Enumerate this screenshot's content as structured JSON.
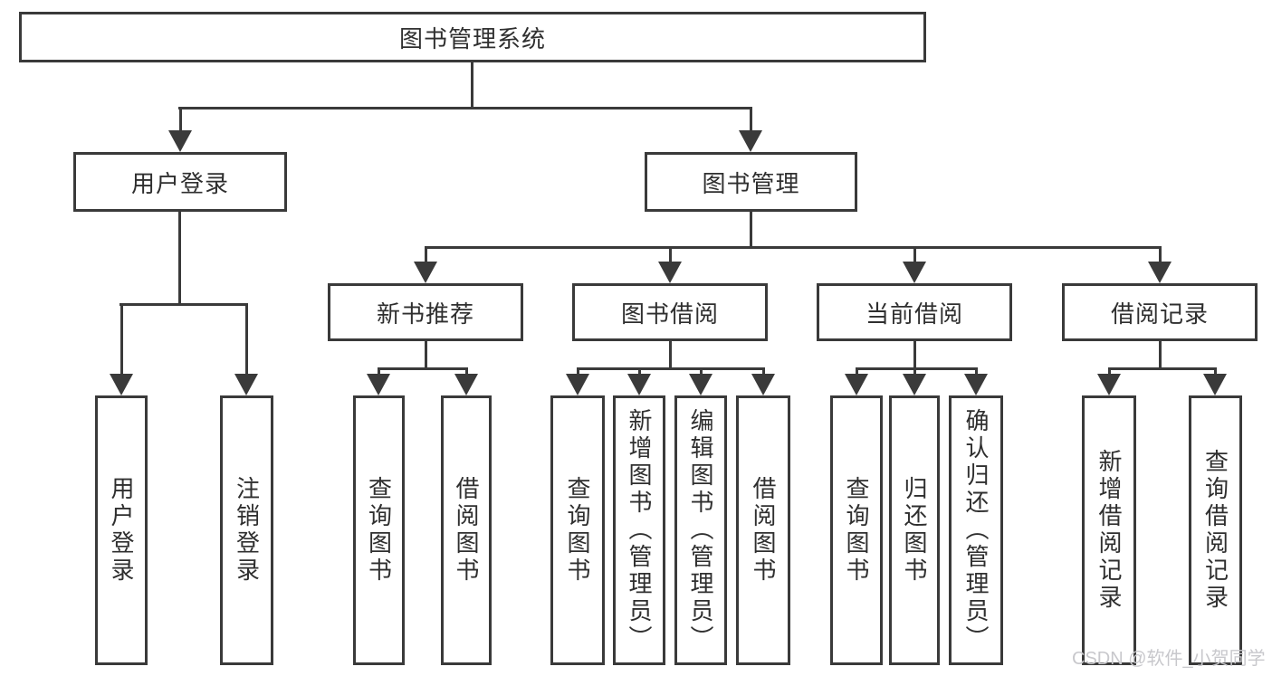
{
  "diagram": {
    "root": {
      "label": "图书管理系统"
    },
    "level2": [
      {
        "label": "用户登录"
      },
      {
        "label": "图书管理"
      }
    ],
    "level3": [
      {
        "label": "新书推荐",
        "parent": "图书管理"
      },
      {
        "label": "图书借阅",
        "parent": "图书管理"
      },
      {
        "label": "当前借阅",
        "parent": "图书管理"
      },
      {
        "label": "借阅记录",
        "parent": "图书管理"
      }
    ],
    "leaves": [
      {
        "label": "用户登录",
        "parent": "用户登录"
      },
      {
        "label": "注销登录",
        "parent": "用户登录"
      },
      {
        "label": "查询图书",
        "parent": "新书推荐"
      },
      {
        "label": "借阅图书",
        "parent": "新书推荐"
      },
      {
        "label": "查询图书",
        "parent": "图书借阅"
      },
      {
        "label": "新增图书（管理员）",
        "parent": "图书借阅"
      },
      {
        "label": "编辑图书（管理员）",
        "parent": "图书借阅"
      },
      {
        "label": "借阅图书",
        "parent": "图书借阅"
      },
      {
        "label": "查询图书",
        "parent": "当前借阅"
      },
      {
        "label": "归还图书",
        "parent": "当前借阅"
      },
      {
        "label": "确认归还（管理员）",
        "parent": "当前借阅"
      },
      {
        "label": "新增借阅记录",
        "parent": "借阅记录"
      },
      {
        "label": "查询借阅记录",
        "parent": "借阅记录"
      }
    ],
    "watermark": "CSDN @软件_小贺同学",
    "colors": {
      "line": "#3a3a3a",
      "text": "#2f2f2f",
      "watermark": "#c8c8cc",
      "background": "#ffffff"
    }
  }
}
